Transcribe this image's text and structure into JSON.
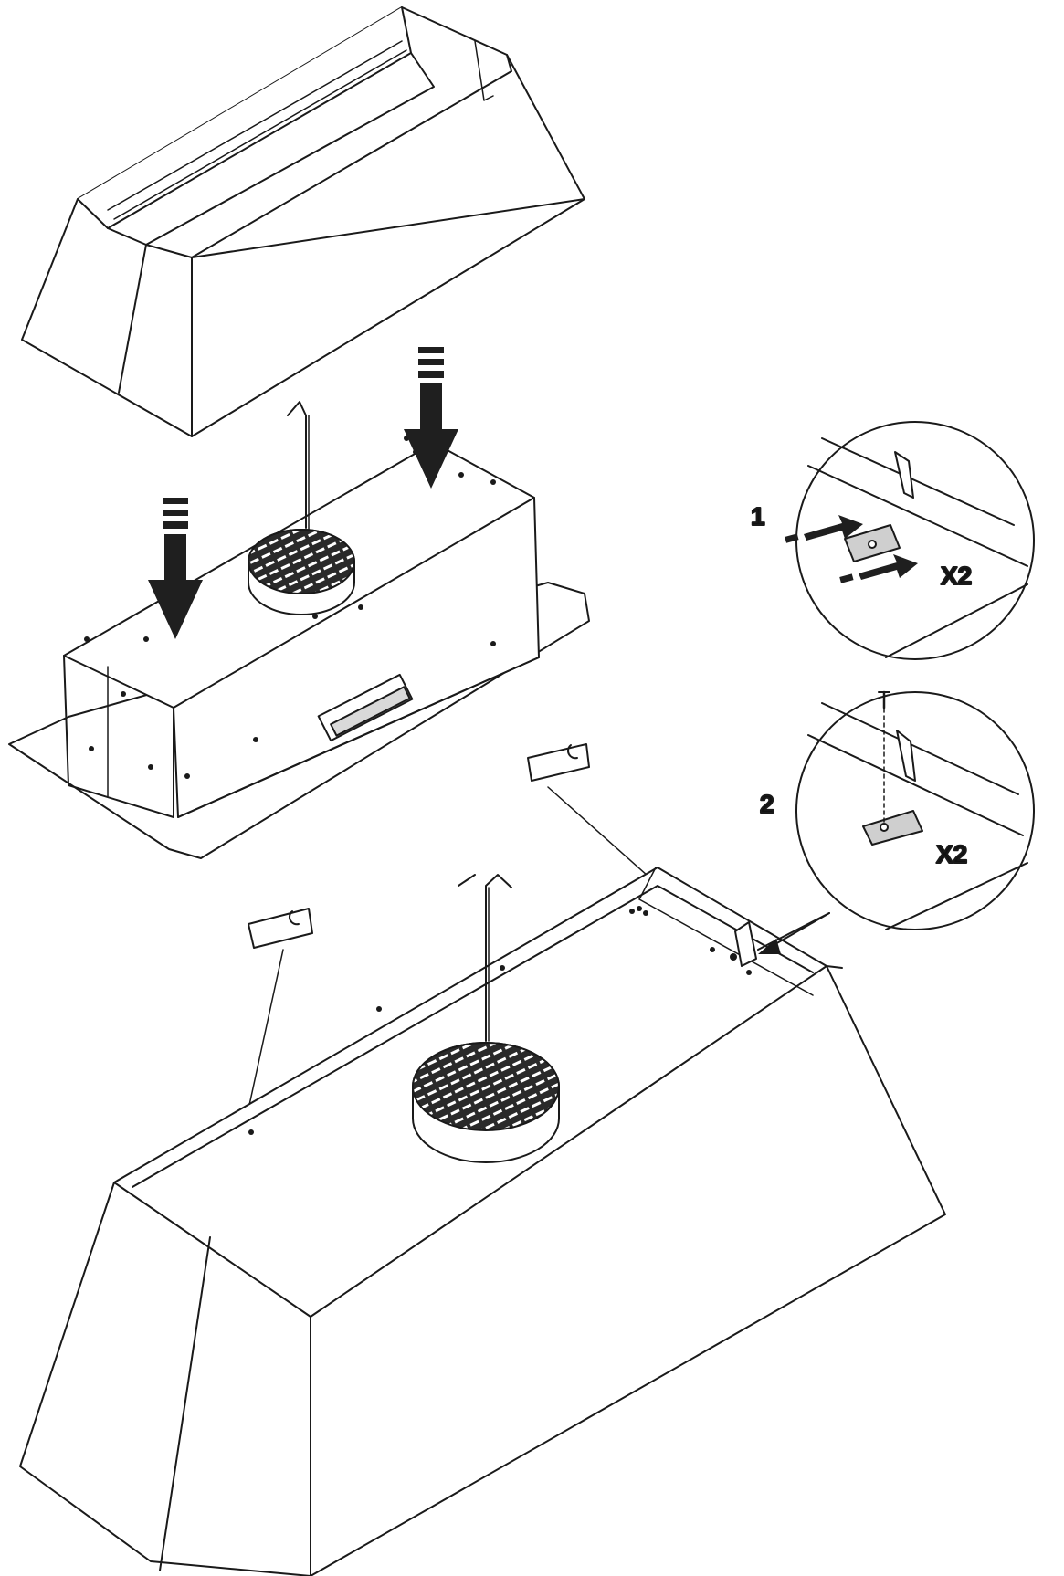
{
  "detail_1": {
    "step_number": "1",
    "quantity": "X2"
  },
  "detail_2": {
    "step_number": "2",
    "quantity": "X2"
  },
  "colors": {
    "line": "#1a1a1a",
    "fill": "#ffffff",
    "plate": "#cfcfcf",
    "arrow": "#1f1f1f"
  }
}
